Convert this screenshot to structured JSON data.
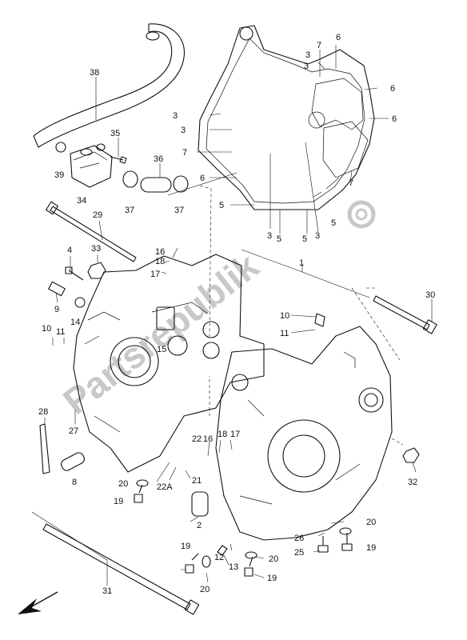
{
  "watermark": "Partsrepublik",
  "callouts": [
    {
      "id": "c38",
      "text": "38"
    },
    {
      "id": "c35",
      "text": "35"
    },
    {
      "id": "c39",
      "text": "39"
    },
    {
      "id": "c34",
      "text": "34"
    },
    {
      "id": "c36",
      "text": "36"
    },
    {
      "id": "c37a",
      "text": "37"
    },
    {
      "id": "c37b",
      "text": "37"
    },
    {
      "id": "c29",
      "text": "29"
    },
    {
      "id": "c33",
      "text": "33"
    },
    {
      "id": "c4",
      "text": "4"
    },
    {
      "id": "c9",
      "text": "9"
    },
    {
      "id": "c14",
      "text": "14"
    },
    {
      "id": "c10a",
      "text": "10"
    },
    {
      "id": "c11a",
      "text": "11"
    },
    {
      "id": "c16a",
      "text": "16"
    },
    {
      "id": "c18a",
      "text": "18"
    },
    {
      "id": "c17a",
      "text": "17"
    },
    {
      "id": "c15",
      "text": "15"
    },
    {
      "id": "c1",
      "text": "1"
    },
    {
      "id": "c30",
      "text": "30"
    },
    {
      "id": "c10b",
      "text": "10"
    },
    {
      "id": "c11b",
      "text": "11"
    },
    {
      "id": "c28",
      "text": "28"
    },
    {
      "id": "c27",
      "text": "27"
    },
    {
      "id": "c8",
      "text": "8"
    },
    {
      "id": "c22a",
      "text": "22"
    },
    {
      "id": "c16b",
      "text": "16"
    },
    {
      "id": "c18b",
      "text": "18"
    },
    {
      "id": "c17b",
      "text": "17"
    },
    {
      "id": "c21",
      "text": "21"
    },
    {
      "id": "c22A",
      "text": "22A"
    },
    {
      "id": "c20a",
      "text": "20"
    },
    {
      "id": "c19a",
      "text": "19"
    },
    {
      "id": "c2",
      "text": "2"
    },
    {
      "id": "c32",
      "text": "32"
    },
    {
      "id": "c20b",
      "text": "20"
    },
    {
      "id": "c26",
      "text": "26"
    },
    {
      "id": "c25",
      "text": "25"
    },
    {
      "id": "c19b",
      "text": "19"
    },
    {
      "id": "c31",
      "text": "31"
    },
    {
      "id": "c19c",
      "text": "19"
    },
    {
      "id": "c12",
      "text": "12"
    },
    {
      "id": "c13",
      "text": "13"
    },
    {
      "id": "c20c",
      "text": "20"
    },
    {
      "id": "c20d",
      "text": "20"
    },
    {
      "id": "c19d",
      "text": "19"
    },
    {
      "id": "c3a",
      "text": "3"
    },
    {
      "id": "c3b",
      "text": "3"
    },
    {
      "id": "c3c",
      "text": "3"
    },
    {
      "id": "c7a",
      "text": "7"
    },
    {
      "id": "c7b",
      "text": "7"
    },
    {
      "id": "c3d",
      "text": "3"
    },
    {
      "id": "c6a",
      "text": "6"
    },
    {
      "id": "c6b",
      "text": "6"
    },
    {
      "id": "c6c",
      "text": "6"
    },
    {
      "id": "c6d",
      "text": "6"
    },
    {
      "id": "c7c",
      "text": "7"
    },
    {
      "id": "c5a",
      "text": "5"
    },
    {
      "id": "c3e",
      "text": "3"
    },
    {
      "id": "c5b",
      "text": "5"
    },
    {
      "id": "c5c",
      "text": "5"
    },
    {
      "id": "c3f",
      "text": "3"
    },
    {
      "id": "c5d",
      "text": "5"
    }
  ]
}
